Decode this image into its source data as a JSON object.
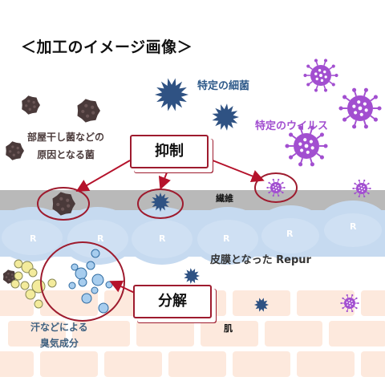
{
  "title": "＜加工のイメージ画像＞",
  "labels": {
    "bacteria": "特定の細菌",
    "virus": "特定のウイルス",
    "mold_line1": "部屋干し菌などの",
    "mold_line2": "原因となる菌",
    "fiber": "繊維",
    "film": "皮膜となった Repur",
    "sweat_line1": "汗などによる",
    "sweat_line2": "臭気成分",
    "skin": "肌"
  },
  "callouts": {
    "suppress": "抑制",
    "decompose": "分解"
  },
  "film_marker": "R",
  "colors": {
    "bacteria": "#2f5283",
    "virus": "#a24fd0",
    "mold": "#4a3a3a",
    "film": "#c6daf0",
    "fiber": "#b9b9b9",
    "skin": "#fde9dd",
    "accent": "#9e1b2e",
    "odor_yellow": "#f3eb9c",
    "odor_blue": "#a7cdee"
  }
}
